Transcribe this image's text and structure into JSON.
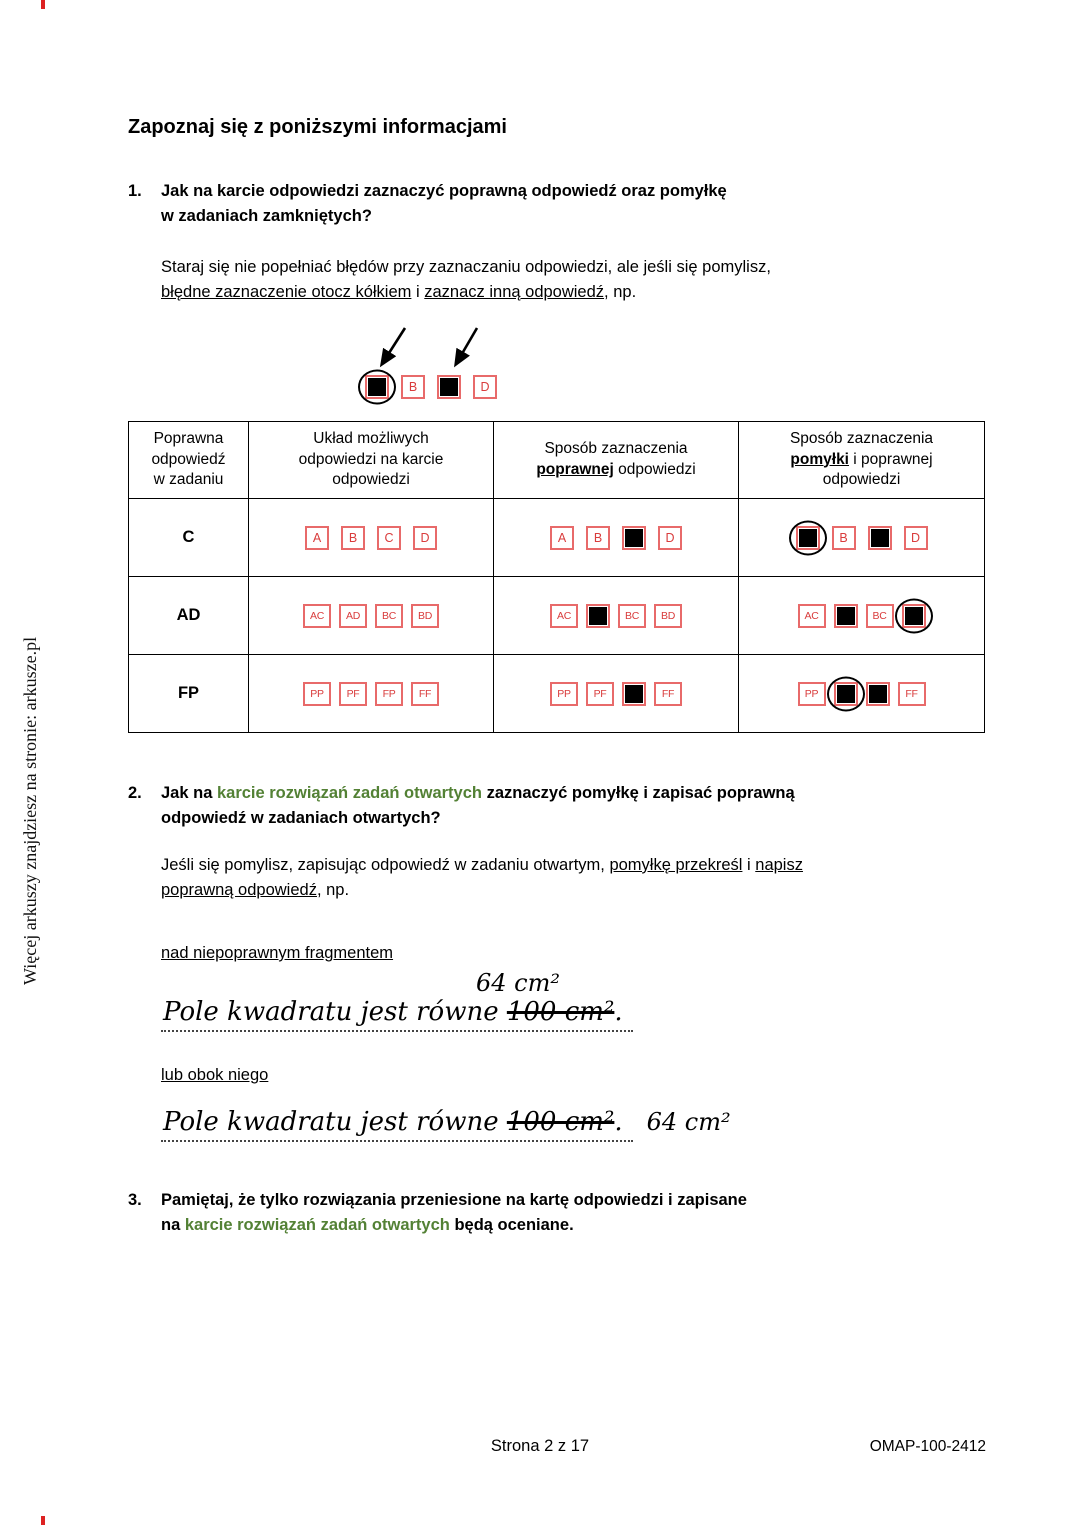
{
  "colors": {
    "box_red": "#d93c3c",
    "box_border_red": "#e86a6a",
    "green": "#538135"
  },
  "sidebar": {
    "text": "Więcej arkuszy znajdziesz na stronie: arkusze.pl"
  },
  "title": "Zapoznaj się z poniższymi informacjami",
  "item1": {
    "number": "1.",
    "heading_line1": "Jak na karcie odpowiedzi zaznaczyć poprawną odpowiedź oraz pomyłkę",
    "heading_line2": "w zadaniach zamkniętych?",
    "para": {
      "line1": "Staraj się nie popełniać błędów przy zaznaczaniu odpowiedzi, ale jeśli się pomylisz,",
      "u1": "błędne zaznaczenie otocz kółkiem",
      "mid": " i ",
      "u2": "zaznacz inną odpowiedź",
      "end": ", np."
    }
  },
  "illustration": {
    "boxes": [
      {
        "filled": true,
        "circled": true
      },
      {
        "label": "B"
      },
      {
        "filled": true
      },
      {
        "label": "D"
      }
    ]
  },
  "table": {
    "h1": "Poprawna\nodpowiedź\nw zadaniu",
    "h2": "Układ możliwych\nodpowiedzi na karcie\nodpowiedzi",
    "h3": {
      "pre": "Sposób zaznaczenia\n",
      "em": "poprawnej",
      "post": " odpowiedzi"
    },
    "h4": {
      "pre": "Sposób zaznaczenia\n",
      "em": "pomyłki",
      "post": " i poprawnej\nodpowiedzi"
    },
    "rows": [
      {
        "answer": "C",
        "options": [
          {
            "label": "A"
          },
          {
            "label": "B"
          },
          {
            "label": "C"
          },
          {
            "label": "D"
          }
        ],
        "correct": [
          {
            "label": "A"
          },
          {
            "label": "B"
          },
          {
            "filled": true
          },
          {
            "label": "D"
          }
        ],
        "mistake": [
          {
            "filled": true,
            "circled": true
          },
          {
            "label": "B"
          },
          {
            "filled": true
          },
          {
            "label": "D"
          }
        ]
      },
      {
        "answer": "AD",
        "options": [
          {
            "label": "AC"
          },
          {
            "label": "AD"
          },
          {
            "label": "BC"
          },
          {
            "label": "BD"
          }
        ],
        "correct": [
          {
            "label": "AC"
          },
          {
            "filled": true
          },
          {
            "label": "BC"
          },
          {
            "label": "BD"
          }
        ],
        "mistake": [
          {
            "label": "AC"
          },
          {
            "filled": true
          },
          {
            "label": "BC"
          },
          {
            "filled": true,
            "circled": true
          }
        ]
      },
      {
        "answer": "FP",
        "options": [
          {
            "label": "PP"
          },
          {
            "label": "PF"
          },
          {
            "label": "FP"
          },
          {
            "label": "FF"
          }
        ],
        "correct": [
          {
            "label": "PP"
          },
          {
            "label": "PF"
          },
          {
            "filled": true
          },
          {
            "label": "FF"
          }
        ],
        "mistake": [
          {
            "label": "PP"
          },
          {
            "filled": true,
            "circled": true
          },
          {
            "filled": true
          },
          {
            "label": "FF"
          }
        ]
      }
    ]
  },
  "item2": {
    "number": "2.",
    "h_s1": "Jak na ",
    "h_green": "karcie rozwiązań zadań otwartych",
    "h_s2": " zaznaczyć pomyłkę i zapisać poprawną",
    "h_line2": "odpowiedź w zadaniach otwartych?"
  },
  "para2": {
    "s1": "Jeśli się pomylisz, zapisując odpowiedź w zadaniu otwartym, ",
    "u1": "pomyłkę przekreśl",
    "s2": " i ",
    "u2": "napisz",
    "u3": "poprawną odpowiedź",
    "s3": ", np."
  },
  "hw": {
    "label_above": "nad niepoprawnym fragmentem",
    "correction": "64 cm²",
    "sentence_pre": "Pole kwadratu jest równe ",
    "sentence_struck": "100 cm²",
    "sentence_end": ".",
    "label_beside": "lub obok niego",
    "correction2": "64 cm²"
  },
  "item3": {
    "number": "3.",
    "line1": "Pamiętaj, że tylko rozwiązania przeniesione na kartę odpowiedzi i zapisane",
    "l2_s1": "na ",
    "l2_green": "karcie rozwiązań zadań otwartych",
    "l2_s2": " będą oceniane."
  },
  "footer": {
    "page_label": "Strona 2 z 17",
    "code": "OMAP-100-2412"
  }
}
